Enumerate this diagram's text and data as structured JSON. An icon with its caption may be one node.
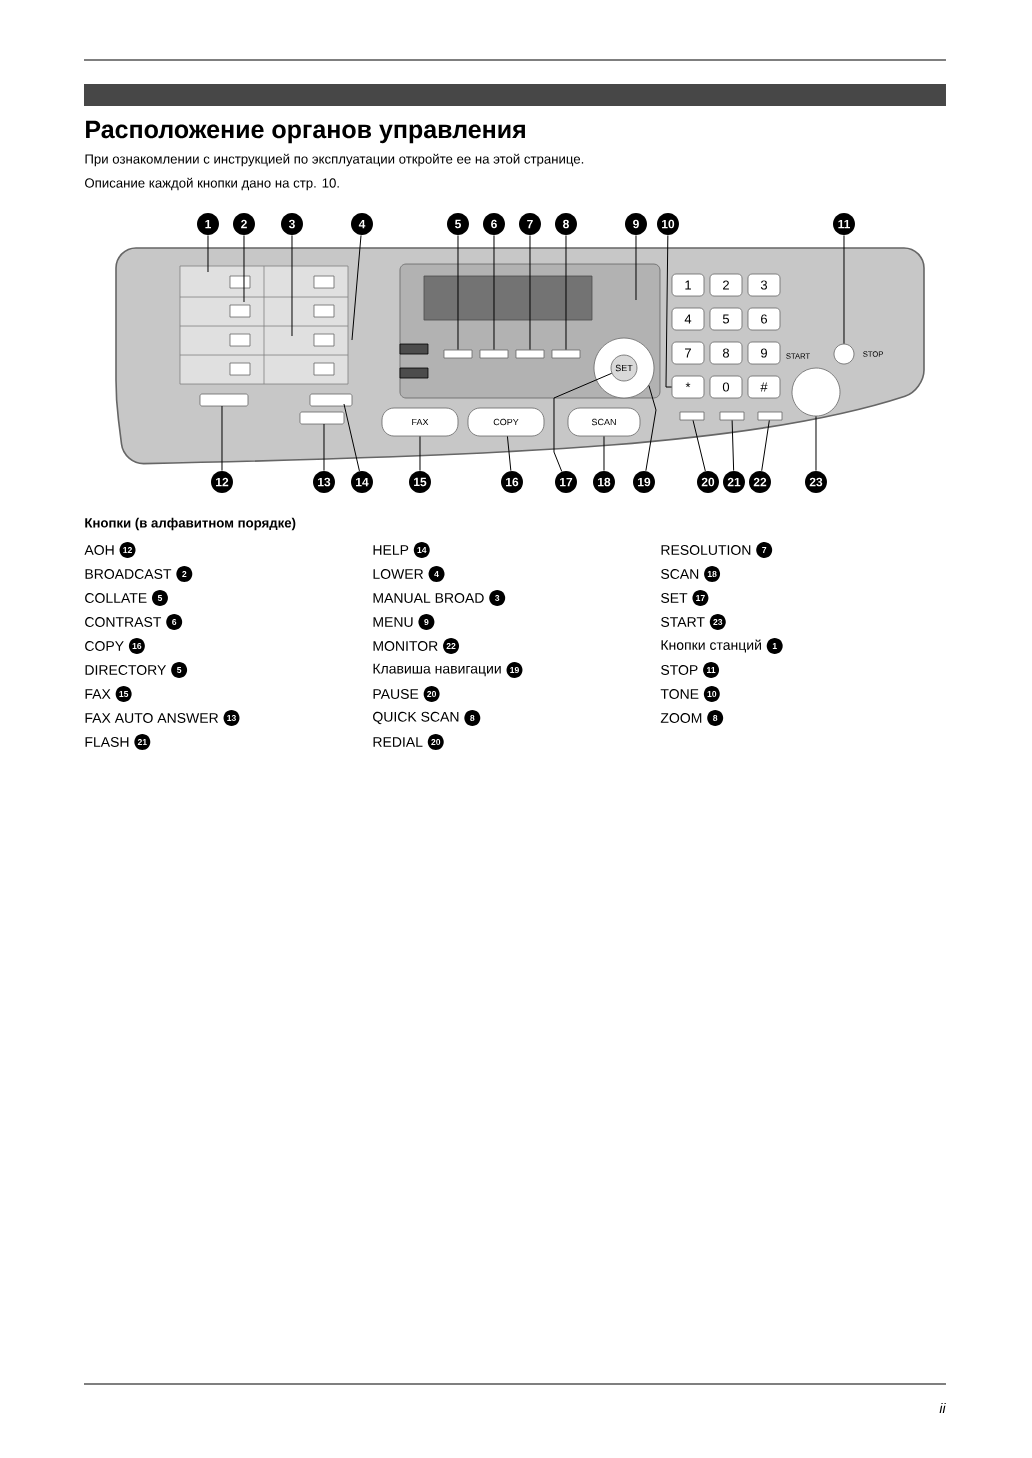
{
  "diagram": {
    "title": "Расположение органов управления",
    "nodes": [
      {
        "text": [
          "1"
        ]
      },
      {
        "text": [
          "2"
        ]
      },
      {
        "text": [
          "3"
        ]
      },
      {
        "text": [
          "4"
        ]
      },
      {
        "text": [
          "5"
        ]
      },
      {
        "text": [
          "6"
        ]
      },
      {
        "text": [
          "7"
        ]
      },
      {
        "text": [
          "8"
        ]
      },
      {
        "text": [
          "9"
        ]
      },
      {
        "text": [
          "10"
        ]
      },
      {
        "text": [
          "11"
        ]
      },
      {
        "text": [
          "12"
        ]
      },
      {
        "text": [
          "13"
        ]
      },
      {
        "text": [
          "14"
        ]
      },
      {
        "text": [
          "15"
        ]
      },
      {
        "text": [
          "16"
        ]
      },
      {
        "text": [
          "17"
        ]
      },
      {
        "text": [
          "18"
        ]
      },
      {
        "text": [
          "19"
        ]
      },
      {
        "text": [
          "20"
        ]
      },
      {
        "text": [
          "21"
        ]
      },
      {
        "text": [
          "22"
        ]
      },
      {
        "text": [
          "23"
        ]
      },
      {
        "text": [
          "FAX"
        ]
      },
      {
        "text": [
          "COPY"
        ]
      },
      {
        "text": [
          "SCAN"
        ]
      },
      {
        "text": [],
        "shape": "circle"
      },
      {
        "text": [
          "SET"
        ],
        "in": 26
      },
      {
        "text": [
          "*"
        ]
      },
      {
        "text": [],
        "shape": "circle",
        "beside": [
          "STOP"
        ]
      },
      {
        "text": [],
        "shape": "circle"
      },
      {
        "text": [],
        "shape": "box"
      },
      {
        "text": [],
        "shape": "box"
      },
      {
        "text": [],
        "shape": "box"
      },
      {
        "text": [],
        "shape": "box"
      },
      {
        "text": [],
        "shape": "box"
      },
      {
        "text": [],
        "shape": "box"
      },
      {
        "text": [],
        "shape": "box"
      }
    ],
    "edges": [
      {
        "from": 0,
        "to": null,
        "arrow": "none"
      },
      {
        "from": 1,
        "to": null,
        "arrow": "none"
      },
      {
        "from": 2,
        "to": null,
        "arrow": "none"
      },
      {
        "from": 3,
        "to": null,
        "arrow": "none"
      },
      {
        "from": 4,
        "to": 34,
        "arrow": "none"
      },
      {
        "from": 5,
        "to": 35,
        "arrow": "none"
      },
      {
        "from": 6,
        "to": 36,
        "arrow": "none"
      },
      {
        "from": 7,
        "to": 37,
        "arrow": "none"
      },
      {
        "from": 8,
        "to": null,
        "arrow": "none"
      },
      {
        "from": 9,
        "to": 28,
        "arrow": "none"
      },
      {
        "from": 10,
        "to": 29,
        "arrow": "none"
      },
      {
        "from": 11,
        "to": null,
        "arrow": "none"
      },
      {
        "from": 12,
        "to": null,
        "arrow": "none"
      },
      {
        "from": 13,
        "to": null,
        "arrow": "none"
      },
      {
        "from": 14,
        "to": 23,
        "arrow": "none"
      },
      {
        "from": 15,
        "to": 24,
        "arrow": "none"
      },
      {
        "from": 16,
        "to": 27,
        "arrow": "none"
      },
      {
        "from": 17,
        "to": 25,
        "arrow": "none"
      },
      {
        "from": 18,
        "to": 26,
        "arrow": "none"
      },
      {
        "from": 19,
        "to": 31,
        "arrow": "none"
      },
      {
        "from": 20,
        "to": 32,
        "arrow": "none"
      },
      {
        "from": 21,
        "to": 33,
        "arrow": "none"
      },
      {
        "from": 22,
        "to": 30,
        "arrow": "none"
      }
    ],
    "labels": [
      "При ознакомлении с инструкцией по эксплуатации откройте ее на этой странице.",
      "Описание каждой кнопки дано на стр. 10.",
      "Кнопки (в алфавитном порядке)",
      "AOH",
      "12",
      "BROADCAST",
      "2",
      "COLLATE",
      "5",
      "CONTRAST",
      "6",
      "COPY",
      "16",
      "DIRECTORY",
      "5",
      "FAX",
      "15",
      "FAX AUTO ANSWER",
      "13",
      "FLASH",
      "21",
      "HELP",
      "14",
      "LOWER",
      "4",
      "MANUAL BROAD",
      "3",
      "MENU",
      "9",
      "MONITOR",
      "22",
      "Клавиша навигации",
      "19",
      "PAUSE",
      "20",
      "QUICK SCAN",
      "8",
      "REDIAL",
      "20",
      "RESOLUTION",
      "7",
      "SCAN",
      "18",
      "SET",
      "17",
      "START",
      "23",
      "Кнопки станций",
      "1",
      "STOP",
      "11",
      "TONE",
      "10",
      "ZOOM",
      "8",
      "1",
      "2",
      "3",
      "4",
      "5",
      "6",
      "7",
      "8",
      "9",
      "0",
      "#",
      "START",
      "ii"
    ]
  }
}
